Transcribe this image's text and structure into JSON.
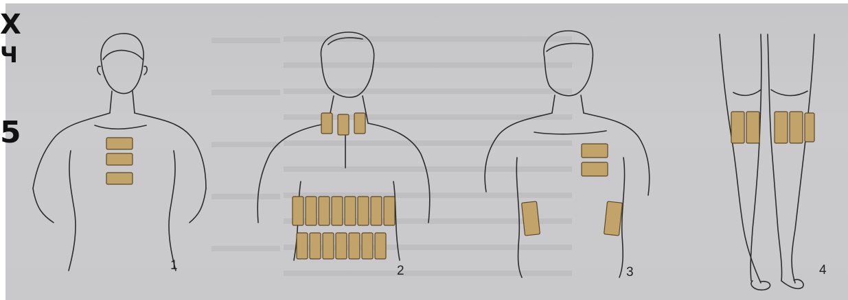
{
  "overlay_text": [
    "Х",
    "Ч",
    "5"
  ],
  "figures": [
    {
      "number": "1"
    },
    {
      "number": "2"
    },
    {
      "number": "3"
    },
    {
      "number": "4"
    }
  ],
  "colors": {
    "paper": "#c9c9cc",
    "line_drawing": "#2b2b2b",
    "patch_fill": "#c2a46a",
    "patch_border": "#5a4626"
  }
}
